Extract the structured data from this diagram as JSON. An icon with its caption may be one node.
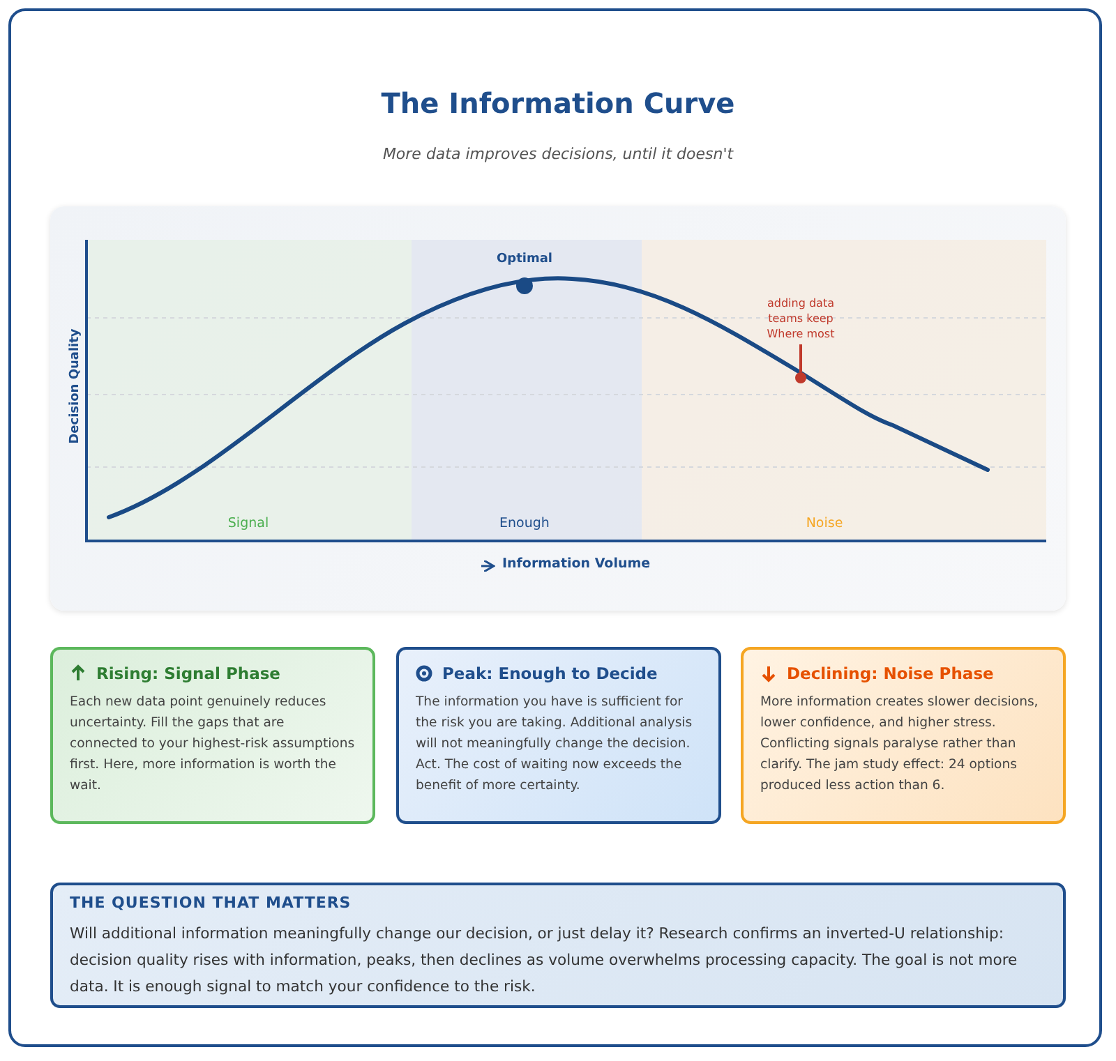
{
  "diagram": {
    "title": "The Information Curve",
    "caption": "More data improves decisions, until it doesn't",
    "nodes": [
      {
        "text": [
          "adding data teams keep Where most"
        ]
      },
      {
        "text": [],
        "shape": "circle"
      },
      {
        "text": [
          "Rising: Signal Phase",
          "Each new data point genuinely reduces uncertainty. Fill the gaps that are connected to your highest-risk assumptions first. Here, more information is worth the wait."
        ]
      },
      {
        "text": [
          "Peak: Enough to Decide",
          "The information you have is sufficient for the risk you are taking. Additional analysis will not meaningfully change the decision. Act. The cost of waiting now exceeds the benefit of more certainty."
        ]
      },
      {
        "text": [
          "Declining: Noise Phase",
          "More information creates slower decisions, lower confidence, and higher stress. Conflicting signals paralyse rather than clarify. The jam study effect: 24 options produced less action than 6."
        ]
      },
      {
        "text": [
          "THE QUESTION THAT MATTERS",
          "Will additional information meaningfully change our decision, or just delay it? Research confirms an inverted-U relationship: decision quality rises with information, peaks, then declines as volume overwhelms processing capacity. The goal is not more data. It is enough signal to match your confidence to the risk."
        ]
      }
    ],
    "edges": [
      {
        "from": 0,
        "to": 1,
        "arrow": "none"
      }
    ],
    "labels": [
      "Optimal",
      "Decision Quality",
      "Signal",
      "Enough",
      "Noise",
      "Information Volume"
    ]
  }
}
